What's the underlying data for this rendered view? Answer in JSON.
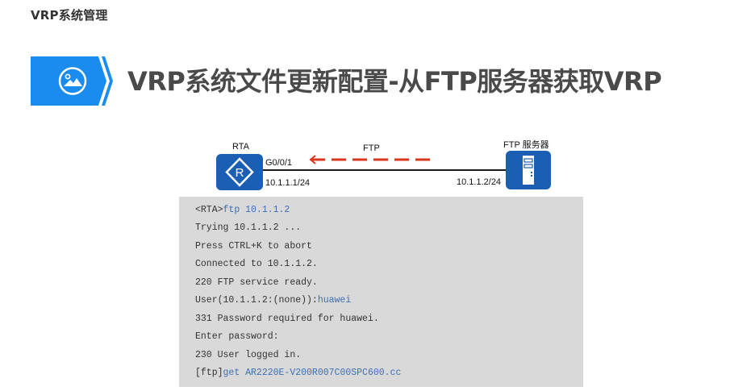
{
  "header": {
    "section_label": "VRP系统管理",
    "page_title": "VRP系统文件更新配置-从FTP服务器获取VRP",
    "banner_icon": "image-icon",
    "banner_color": "#1a8cf0"
  },
  "diagram": {
    "router": {
      "name": "RTA",
      "interface": "G0/0/1",
      "ip": "10.1.1.1/24",
      "icon": "router-icon",
      "color": "#1a5fb4"
    },
    "server": {
      "name": "FTP 服务器",
      "ip": "10.1.1.2/24",
      "icon": "server-icon",
      "color": "#1a5fb4"
    },
    "flow": {
      "label": "FTP",
      "direction": "server-to-router",
      "color": "#d9381e"
    }
  },
  "console": {
    "background": "#d9d9d9",
    "lines": [
      {
        "prefix": "<RTA>",
        "cmd": "ftp 10.1.1.2"
      },
      {
        "prefix": "Trying 10.1.1.2 ...",
        "cmd": ""
      },
      {
        "prefix": "Press CTRL+K to abort",
        "cmd": ""
      },
      {
        "prefix": "Connected to 10.1.1.2.",
        "cmd": ""
      },
      {
        "prefix": "220 FTP service ready.",
        "cmd": ""
      },
      {
        "prefix": "User(10.1.1.2:(none)):",
        "cmd": "huawei"
      },
      {
        "prefix": "331 Password required for huawei.",
        "cmd": ""
      },
      {
        "prefix": "Enter password:",
        "cmd": ""
      },
      {
        "prefix": "230 User logged in.",
        "cmd": ""
      },
      {
        "prefix": "[ftp]",
        "cmd": "get AR2220E-V200R007C00SPC600.cc"
      }
    ]
  }
}
